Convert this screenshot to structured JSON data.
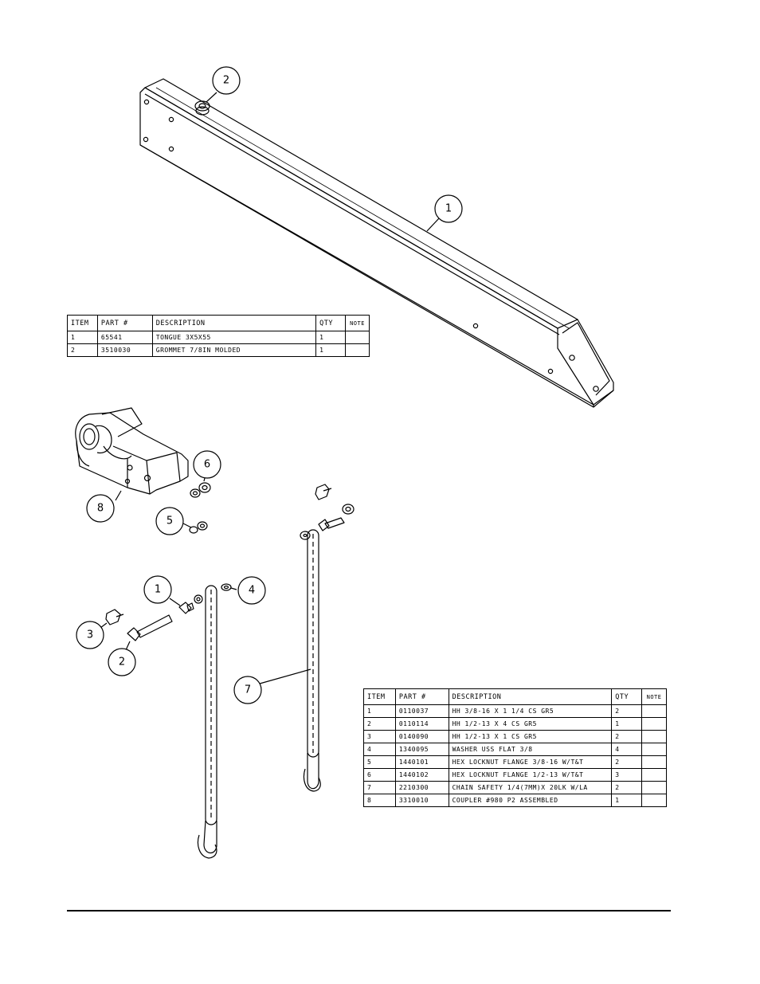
{
  "callouts_top": [
    {
      "id": "top-callout-1",
      "label": "1"
    },
    {
      "id": "top-callout-2",
      "label": "2"
    }
  ],
  "callouts_bottom": [
    {
      "id": "callout-1",
      "label": "1"
    },
    {
      "id": "callout-2",
      "label": "2"
    },
    {
      "id": "callout-3",
      "label": "3"
    },
    {
      "id": "callout-4",
      "label": "4"
    },
    {
      "id": "callout-5",
      "label": "5"
    },
    {
      "id": "callout-6",
      "label": "6"
    },
    {
      "id": "callout-7",
      "label": "7"
    },
    {
      "id": "callout-8",
      "label": "8"
    }
  ],
  "bom_top": {
    "headers": [
      "ITEM",
      "PART #",
      "DESCRIPTION",
      "QTY",
      "NOTE"
    ],
    "rows": [
      {
        "item": "1",
        "part": "65541",
        "desc": "TONGUE 3X5X55",
        "qty": "1",
        "note": ""
      },
      {
        "item": "2",
        "part": "3510030",
        "desc": "GROMMET  7/8IN MOLDED",
        "qty": "1",
        "note": ""
      }
    ]
  },
  "bom_bottom": {
    "headers": [
      "ITEM",
      "PART #",
      "DESCRIPTION",
      "QTY",
      "NOTE"
    ],
    "rows": [
      {
        "item": "1",
        "part": "0110037",
        "desc": "HH 3/8-16 X 1 1/4 CS GR5",
        "qty": "2",
        "note": ""
      },
      {
        "item": "2",
        "part": "0110114",
        "desc": "HH 1/2-13 X 4 CS GR5",
        "qty": "1",
        "note": ""
      },
      {
        "item": "3",
        "part": "0140090",
        "desc": "HH 1/2-13 X 1 CS GR5",
        "qty": "2",
        "note": ""
      },
      {
        "item": "4",
        "part": "1340095",
        "desc": "WASHER USS FLAT 3/8",
        "qty": "4",
        "note": ""
      },
      {
        "item": "5",
        "part": "1440101",
        "desc": "HEX LOCKNUT FLANGE 3/8-16 W/T&T",
        "qty": "2",
        "note": ""
      },
      {
        "item": "6",
        "part": "1440102",
        "desc": "HEX LOCKNUT FLANGE 1/2-13 W/T&T",
        "qty": "3",
        "note": ""
      },
      {
        "item": "7",
        "part": "2210300",
        "desc": "CHAIN SAFETY 1/4(7MM)X 20LK W/LA",
        "qty": "2",
        "note": ""
      },
      {
        "item": "8",
        "part": "3310010",
        "desc": "COUPLER #980 P2 ASSEMBLED",
        "qty": "1",
        "note": ""
      }
    ]
  }
}
